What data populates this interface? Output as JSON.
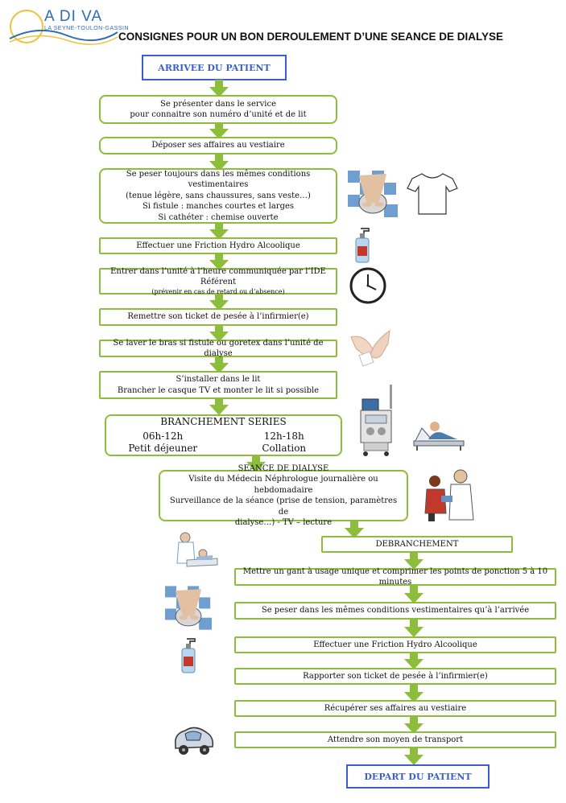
{
  "logo": {
    "name": "A DI VA",
    "sub": "LA SEYNE-TOULON-GASSIN"
  },
  "title": "CONSIGNES POUR UN BON DEROULEMENT D’UNE SEANCE DE DIALYSE",
  "start": "ARRIVEE DU PATIENT",
  "end": "DEPART DU PATIENT",
  "steps": [
    {
      "lines": [
        "Se présenter dans le service",
        "pour connaitre son numéro d’unité et de lit"
      ]
    },
    {
      "lines": [
        "Déposer ses affaires au vestiaire"
      ]
    },
    {
      "lines": [
        "Se peser toujours dans les mêmes conditions vestimentaires",
        "(tenue légère, sans chaussures, sans veste…)",
        "Si fistule : manches courtes et larges",
        "Si cathéter : chemise ouverte"
      ]
    },
    {
      "lines": [
        "Effectuer une Friction Hydro Alcoolique"
      ]
    },
    {
      "lines": [
        "Entrer dans l’unité à l’heure communiquée par l’IDE Référent"
      ],
      "note": "(prévenir en cas de retard ou d’absence)"
    },
    {
      "lines": [
        "Remettre son ticket de pesée à l’infirmier(e)"
      ]
    },
    {
      "lines": [
        "Se laver le bras si fistule ou goretex dans l’unité de dialyse"
      ]
    },
    {
      "lines": [
        "S’installer dans le lit",
        "Brancher le casque TV et monter le lit si possible"
      ]
    }
  ],
  "branchement": {
    "title": "BRANCHEMENT SERIES",
    "slot1_time": "06h-12h",
    "slot1_meal": "Petit déjeuner",
    "slot2_time": "12h-18h",
    "slot2_meal": "Collation"
  },
  "seance": {
    "lines": [
      "SEANCE DE DIALYSE",
      "Visite du Médecin Néphrologue journalière ou hebdomadaire",
      "Surveillance de la séance (prise de tension, paramètres de",
      "dialyse…) - TV – lecture"
    ]
  },
  "debranchement": "DEBRANCHEMENT",
  "after_steps": [
    "Mettre un gant à usage unique et comprimer les points de ponction 5 à 10 minutes",
    "Se peser dans les mêmes conditions vestimentaires qu’à l’arrivée",
    "Effectuer une Friction Hydro Alcoolique",
    "Rapporter son ticket de pesée à l’infirmier(e)",
    "Récupérer ses affaires au vestiaire",
    "Attendre son moyen de transport"
  ],
  "colors": {
    "arrow": "#8cbe3c",
    "frame": "#8cbe3c",
    "blue": "#3a5fcd"
  },
  "icons": [
    "scale-icon",
    "tshirt-icon",
    "sanitizer-icon",
    "clock-icon",
    "handwash-icon",
    "dialysis-machine-icon",
    "patient-bed-icon",
    "doctor-icon",
    "nurse-care-icon",
    "car-icon"
  ]
}
